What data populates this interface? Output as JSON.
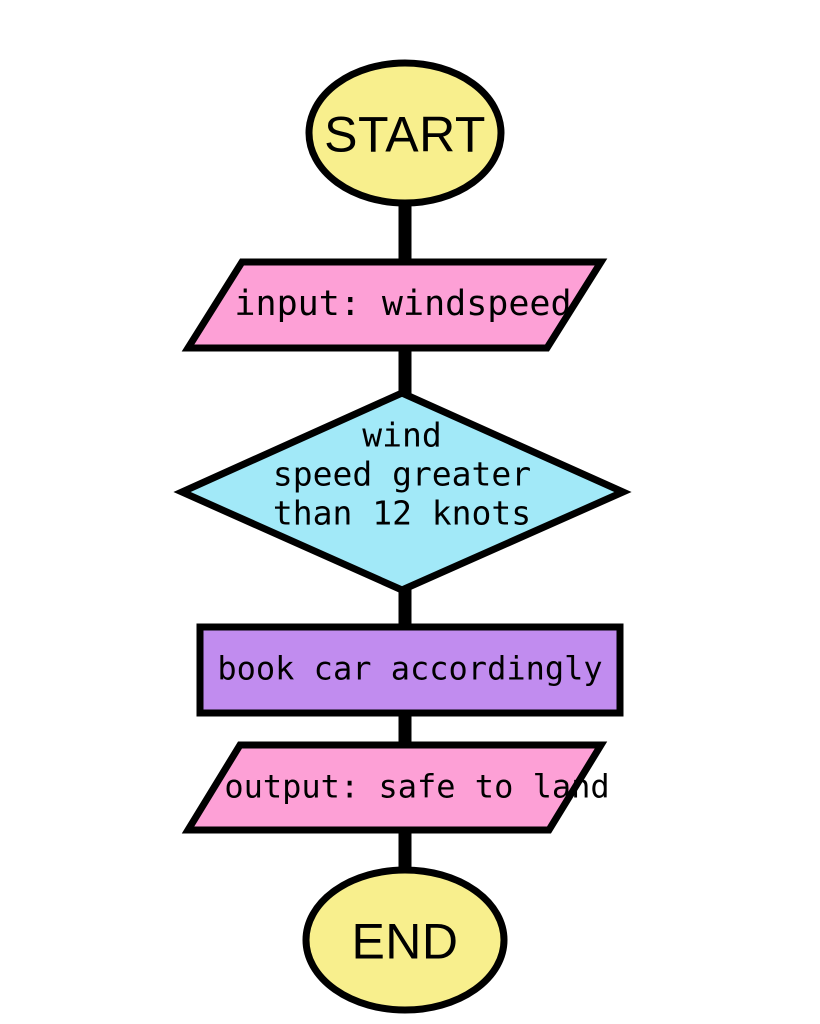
{
  "diagram": {
    "type": "flowchart",
    "nodes": {
      "start": {
        "label": "START",
        "shape": "terminator"
      },
      "input": {
        "label": "input: windspeed",
        "shape": "parallelogram-io"
      },
      "decision": {
        "lines": [
          "wind",
          "speed greater",
          "than 12 knots"
        ],
        "shape": "diamond-decision"
      },
      "process": {
        "label": "book car accordingly",
        "shape": "rectangle-process"
      },
      "output": {
        "label": "output: safe to land",
        "shape": "parallelogram-io"
      },
      "end": {
        "label": "END",
        "shape": "terminator"
      }
    },
    "edges": [
      [
        "start",
        "input"
      ],
      [
        "input",
        "decision"
      ],
      [
        "decision",
        "process"
      ],
      [
        "process",
        "output"
      ],
      [
        "output",
        "end"
      ]
    ],
    "colors": {
      "terminator_fill": "#F8EF8D",
      "io_fill": "#FDA0D6",
      "decision_fill": "#A2E9F8",
      "process_fill": "#C18CEF",
      "stroke": "#000000",
      "background": "#FFFFFF"
    }
  }
}
